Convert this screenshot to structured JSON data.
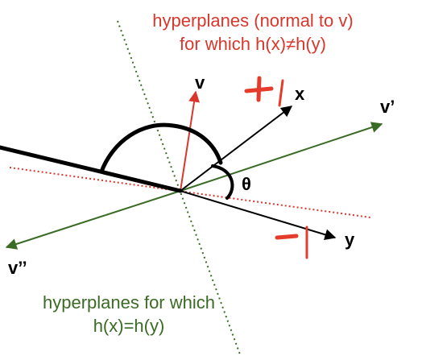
{
  "colors": {
    "red": "#d9372b",
    "green": "#3a6b24",
    "black": "#000000"
  },
  "annotations": {
    "top_line1": "hyperplanes (normal to v)",
    "top_line2": "for which h(x)≠h(y)",
    "bottom_line1": "hyperplanes for which",
    "bottom_line2": "h(x)=h(y)"
  },
  "vectors": {
    "v": "v",
    "x": "x",
    "y": "y",
    "v_prime": "v’",
    "v_double_prime": "v’’"
  },
  "angle": "θ",
  "signs": {
    "plus": "+",
    "minus": "−"
  }
}
